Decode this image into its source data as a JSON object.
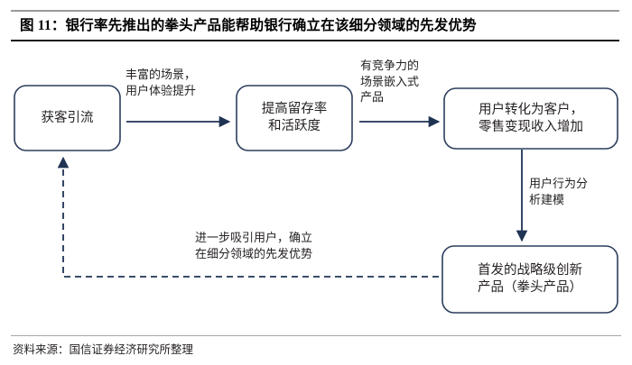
{
  "figure": {
    "title": "图 11：银行率先推出的拳头产品能帮助银行确立在该细分领域的先发优势",
    "source": "资料来源：国信证券经济研究所整理"
  },
  "colors": {
    "node_border": "#2c3e5d",
    "connector": "#1f3353",
    "text": "#231f20",
    "title_rule_top": "#9a9a9a",
    "title_rule_bottom": "#1a1a1a",
    "footer_rule": "#a6a6a6",
    "background": "#ffffff"
  },
  "diagram": {
    "type": "flowchart",
    "nodes": [
      {
        "id": "acquire",
        "label": "获客引流",
        "shape": "rounded-rect"
      },
      {
        "id": "retention",
        "label": "提高留存率\n和活跃度",
        "shape": "rounded-rect"
      },
      {
        "id": "convert",
        "label": "用户转化为客户，\n零售变现收入增加",
        "shape": "rounded-rect"
      },
      {
        "id": "flagship",
        "label": "首发的战略级创新\n产品（拳头产品）",
        "shape": "rounded-rect"
      }
    ],
    "edges": [
      {
        "id": "acquire-to-retention",
        "from": "acquire",
        "to": "retention",
        "label": "丰富的场景，\n用户体验提升",
        "style": "solid",
        "direction": "right"
      },
      {
        "id": "retention-to-convert",
        "from": "retention",
        "to": "convert",
        "label": "有竞争力的\n场景嵌入式\n产品",
        "style": "solid",
        "direction": "right"
      },
      {
        "id": "convert-to-flagship",
        "from": "convert",
        "to": "flagship",
        "label": "用户行为分\n析建模",
        "style": "solid",
        "direction": "down"
      },
      {
        "id": "flagship-to-acquire",
        "from": "flagship",
        "to": "acquire",
        "label": "进一步吸引用户，确立\n在细分领域的先发优势",
        "style": "dashed",
        "direction": "left-up"
      }
    ]
  }
}
